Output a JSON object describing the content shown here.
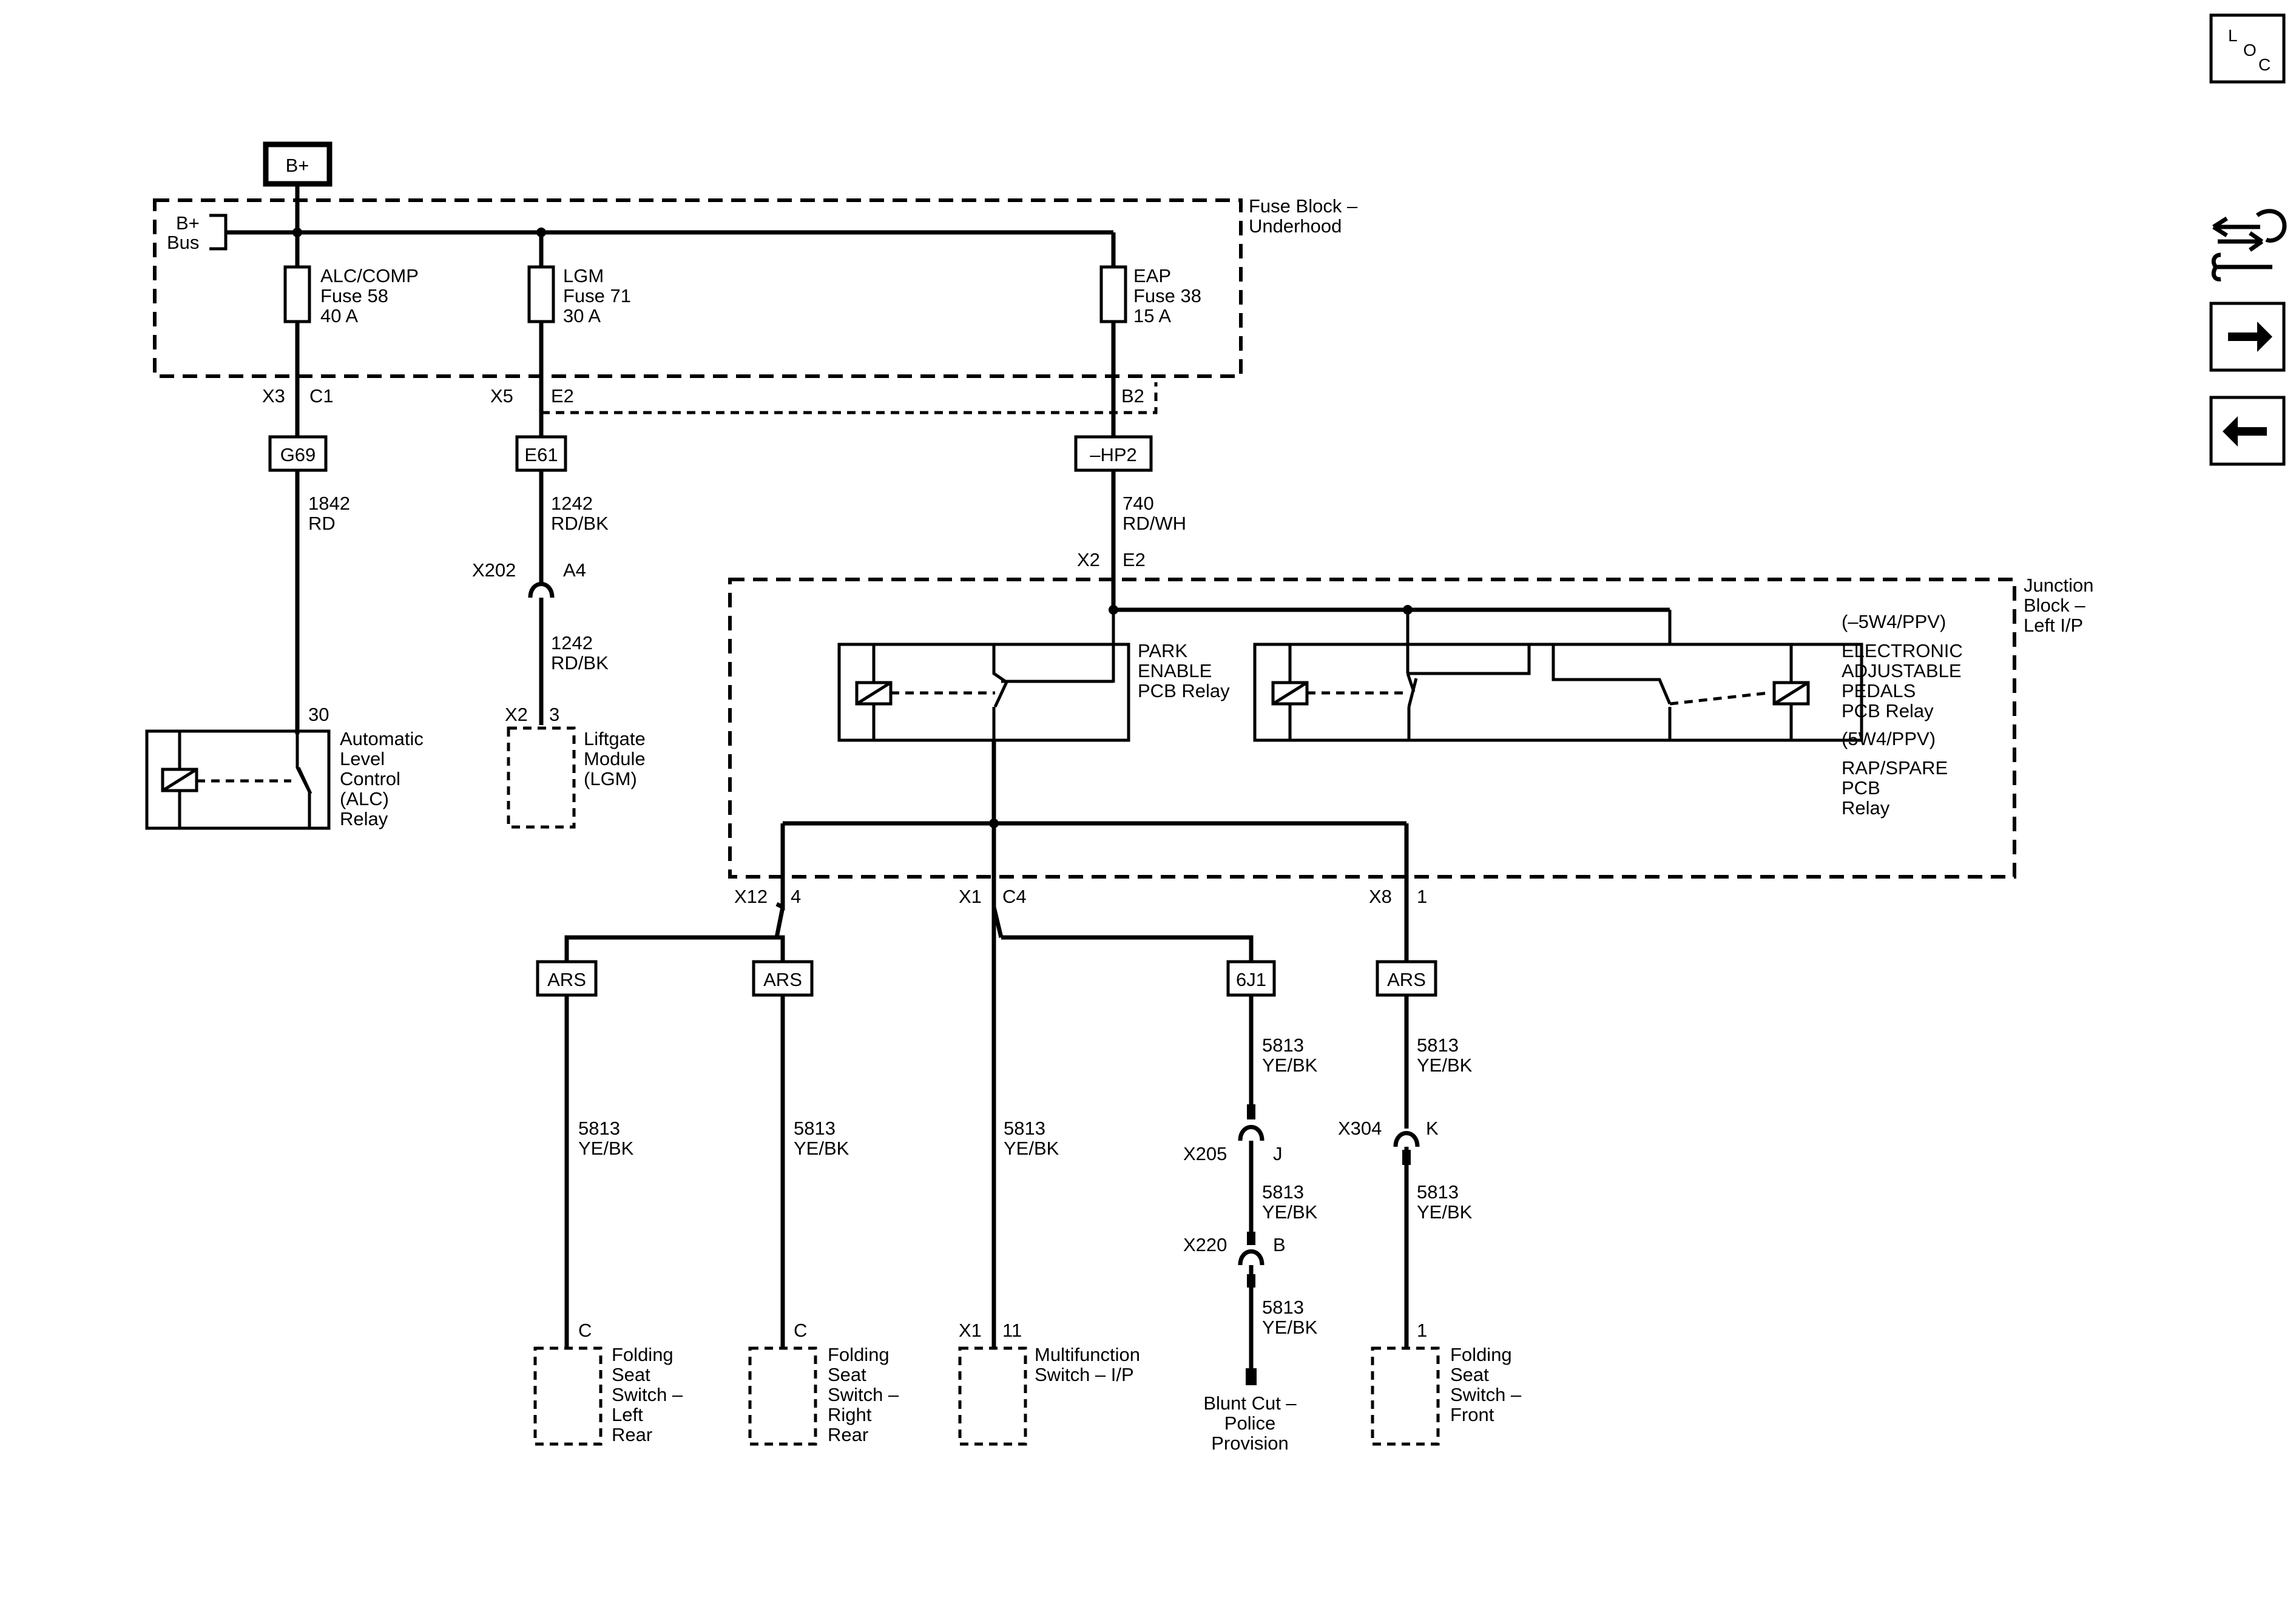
{
  "nav": {
    "loc_letters": [
      "L",
      "O",
      "C"
    ]
  },
  "power": {
    "source": "B+",
    "bus": [
      "B+",
      "Bus"
    ]
  },
  "fuse_block": {
    "title": [
      "Fuse Block –",
      "Underhood"
    ],
    "fuses": [
      {
        "lines": [
          "ALC/COMP",
          "Fuse 58",
          "40 A"
        ],
        "conn": "X3",
        "pin": "C1"
      },
      {
        "lines": [
          "LGM",
          "Fuse 71",
          "30 A"
        ],
        "conn": "X5",
        "pin": "E2"
      },
      {
        "lines": [
          "EAP",
          "Fuse 38",
          "15 A"
        ],
        "conn": "",
        "pin": "B2"
      }
    ]
  },
  "options": [
    "G69",
    "E61",
    "–HP2",
    "ARS",
    "ARS",
    "6J1",
    "ARS"
  ],
  "wires": {
    "w1842": [
      "1842",
      "RD"
    ],
    "w1242a": [
      "1242",
      "RD/BK"
    ],
    "w1242b": [
      "1242",
      "RD/BK"
    ],
    "w740": [
      "740",
      "RD/WH"
    ],
    "w5813": [
      "5813",
      "YE/BK"
    ]
  },
  "connectors": {
    "alc30": "30",
    "x202": "X202",
    "a4": "A4",
    "x2a": "X2",
    "pin3": "3",
    "x2b": "X2",
    "e2b": "E2",
    "x12": "X12",
    "pin4": "4",
    "x1": "X1",
    "c4": "C4",
    "x8": "X8",
    "pin1": "1",
    "x205": "X205",
    "j": "J",
    "x220": "X220",
    "b": "B",
    "x304": "X304",
    "k": "K",
    "cL": "C",
    "cR": "C",
    "x1b": "X1",
    "p11": "11",
    "p1b": "1"
  },
  "components": {
    "alc_relay": [
      "Automatic",
      "Level",
      "Control",
      "(ALC)",
      "Relay"
    ],
    "lgm": [
      "Liftgate",
      "Module",
      "(LGM)"
    ],
    "park_relay": [
      "PARK",
      "ENABLE",
      "PCB Relay"
    ],
    "junction_block": [
      "Junction",
      "Block –",
      "Left I/P"
    ],
    "eap_relay": [
      "(–5W4/PPV)",
      "ELECTRONIC",
      "ADJUSTABLE",
      "PEDALS",
      "PCB Relay",
      "(5W4/PPV)",
      "RAP/SPARE",
      "PCB",
      "Relay"
    ],
    "seat_left_rear": [
      "Folding",
      "Seat",
      "Switch –",
      "Left",
      "Rear"
    ],
    "seat_right_rear": [
      "Folding",
      "Seat",
      "Switch –",
      "Right",
      "Rear"
    ],
    "multifunction": [
      "Multifunction",
      "Switch – I/P"
    ],
    "blunt_cut": [
      "Blunt Cut –",
      "Police",
      "Provision"
    ],
    "seat_front": [
      "Folding",
      "Seat",
      "Switch –",
      "Front"
    ]
  }
}
